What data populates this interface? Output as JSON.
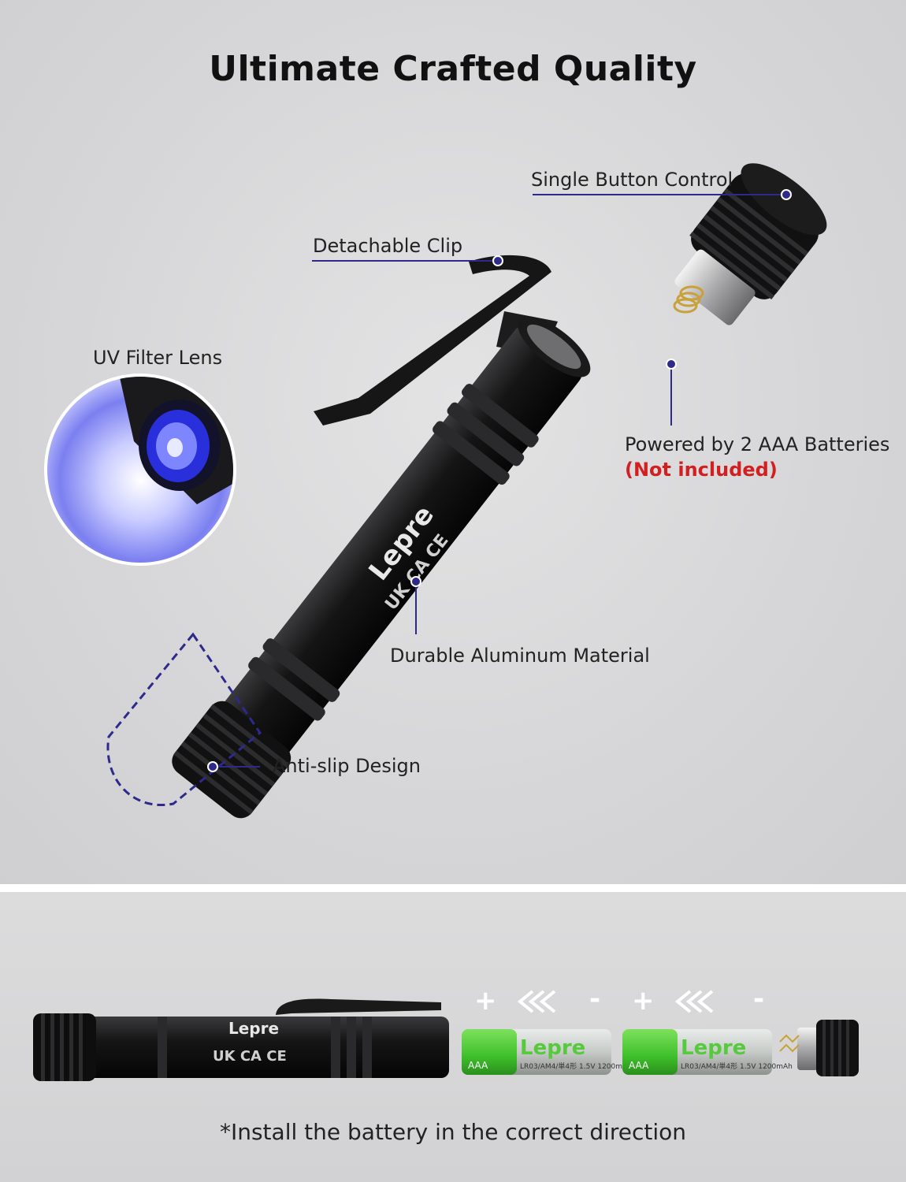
{
  "title": "Ultimate Crafted Quality",
  "features": {
    "single_button": "Single Button Control",
    "detachable_clip": "Detachable Clip",
    "uv_filter": "UV Filter Lens",
    "powered_by": "Powered by 2 AAA Batteries",
    "not_included": "(Not included)",
    "durable": "Durable Aluminum Material",
    "anti_slip": "Anti-slip Design"
  },
  "brand": "Lepre",
  "certifications": "UK CA CE",
  "battery": {
    "type": "AAA",
    "spec": "LR03/AM4/単4形  1.5V  1200mAh"
  },
  "polarity": {
    "plus": "+",
    "minus": "-"
  },
  "note": "*Install the battery in the correct direction",
  "colors": {
    "accent": "#2d2a8c",
    "warning": "#d21f1f",
    "uv": "#4b4cff"
  }
}
